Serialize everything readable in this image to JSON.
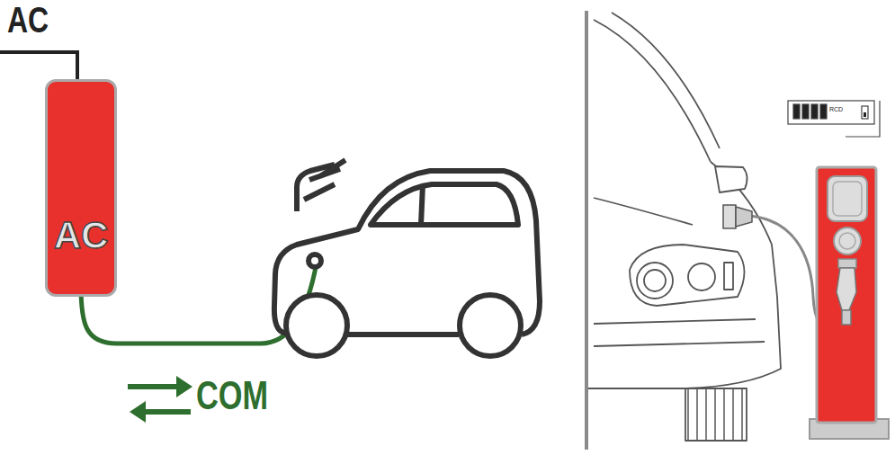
{
  "diagram": {
    "nodes": [
      {
        "text": [
          "AC"
        ]
      }
    ],
    "labels": [
      "AC",
      "COM",
      "RCD"
    ]
  }
}
